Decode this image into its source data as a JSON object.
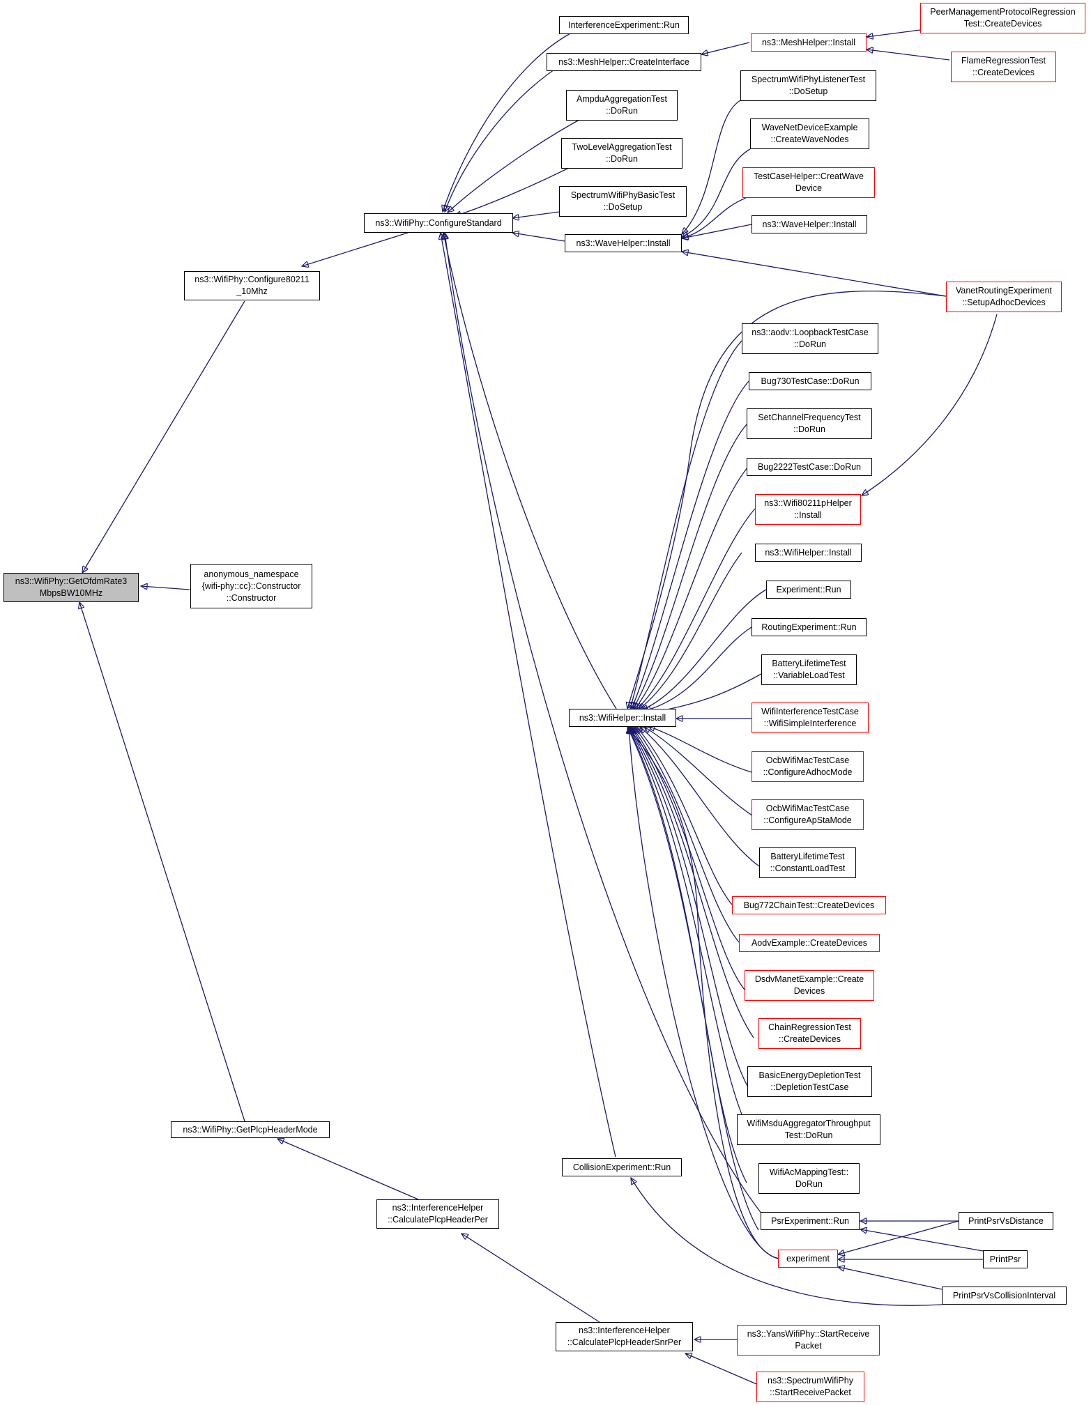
{
  "colors": {
    "edge": "#191970",
    "node_border": "#000000",
    "truncated_border": "#ff0000",
    "focus_fill": "#bfbfbf",
    "background": "#ffffff"
  },
  "nodes": {
    "root": "ns3::WifiPhy::GetOfdmRate3\nMbpsBW10MHz",
    "configure80211_10": "ns3::WifiPhy::Configure80211\n_10Mhz",
    "anon_ctor": "anonymous_namespace\n{wifi-phy::cc}::Constructor\n::Constructor",
    "get_plcp_header_mode": "ns3::WifiPhy::GetPlcpHeaderMode",
    "configure_standard": "ns3::WifiPhy::ConfigureStandard",
    "calc_plcp_header_per": "ns3::InterferenceHelper\n::CalculatePlcpHeaderPer",
    "calc_plcp_header_snr_per": "ns3::InterferenceHelper\n::CalculatePlcpHeaderSnrPer",
    "interference_experiment_run": "InterferenceExperiment::Run",
    "mesh_create_interface": "ns3::MeshHelper::CreateInterface",
    "ampdu_aggregation_test": "AmpduAggregationTest\n::DoRun",
    "two_level_aggregation_test": "TwoLevelAggregationTest\n::DoRun",
    "spectrum_basic_test": "SpectrumWifiPhyBasicTest\n::DoSetup",
    "wave_helper_install": "ns3::WaveHelper::Install",
    "wifi_helper_install": "ns3::WifiHelper::Install",
    "collision_experiment_run": "CollisionExperiment::Run",
    "mesh_helper_install": "ns3::MeshHelper::Install",
    "peer_management_test": "PeerManagementProtocolRegression\nTest::CreateDevices",
    "flame_regression_test": "FlameRegressionTest\n::CreateDevices",
    "spectrum_listener_test": "SpectrumWifiPhyListenerTest\n::DoSetup",
    "wave_net_device_example": "WaveNetDeviceExample\n::CreateWaveNodes",
    "test_case_helper": "TestCaseHelper::CreatWave\nDevice",
    "wave_helper_install_2": "ns3::WaveHelper::Install",
    "vanet_routing_experiment": "VanetRoutingExperiment\n::SetupAdhocDevices",
    "aodv_loopback_test": "ns3::aodv::LoopbackTestCase\n::DoRun",
    "bug730_test": "Bug730TestCase::DoRun",
    "set_channel_frequency_test": "SetChannelFrequencyTest\n::DoRun",
    "bug2222_test": "Bug2222TestCase::DoRun",
    "wifi80211p_helper_install": "ns3::Wifi80211pHelper\n::Install",
    "wifi_helper_install_2": "ns3::WifiHelper::Install",
    "experiment_run": "Experiment::Run",
    "routing_experiment_run": "RoutingExperiment::Run",
    "battery_variable_load": "BatteryLifetimeTest\n::VariableLoadTest",
    "wifi_interference_test": "WifiInterferenceTestCase\n::WifiSimpleInterference",
    "ocb_adhoc_mode": "OcbWifiMacTestCase\n::ConfigureAdhocMode",
    "ocb_apsta_mode": "OcbWifiMacTestCase\n::ConfigureApStaMode",
    "battery_constant_load": "BatteryLifetimeTest\n::ConstantLoadTest",
    "bug772_chain_test": "Bug772ChainTest::CreateDevices",
    "aodv_example": "AodvExample::CreateDevices",
    "dsdv_manet_example": "DsdvManetExample::Create\nDevices",
    "chain_regression_test": "ChainRegressionTest\n::CreateDevices",
    "basic_energy_depletion": "BasicEnergyDepletionTest\n::DepletionTestCase",
    "msdu_aggregator_test": "WifiMsduAggregatorThroughput\nTest::DoRun",
    "ac_mapping_test": "WifiAcMappingTest::\nDoRun",
    "psr_experiment_run": "PsrExperiment::Run",
    "experiment": "experiment",
    "print_psr_vs_distance": "PrintPsrVsDistance",
    "print_psr": "PrintPsr",
    "print_psr_vs_collision": "PrintPsrVsCollisionInterval",
    "yans_start_receive": "ns3::YansWifiPhy::StartReceive\nPacket",
    "spectrum_start_receive": "ns3::SpectrumWifiPhy\n::StartReceivePacket"
  }
}
